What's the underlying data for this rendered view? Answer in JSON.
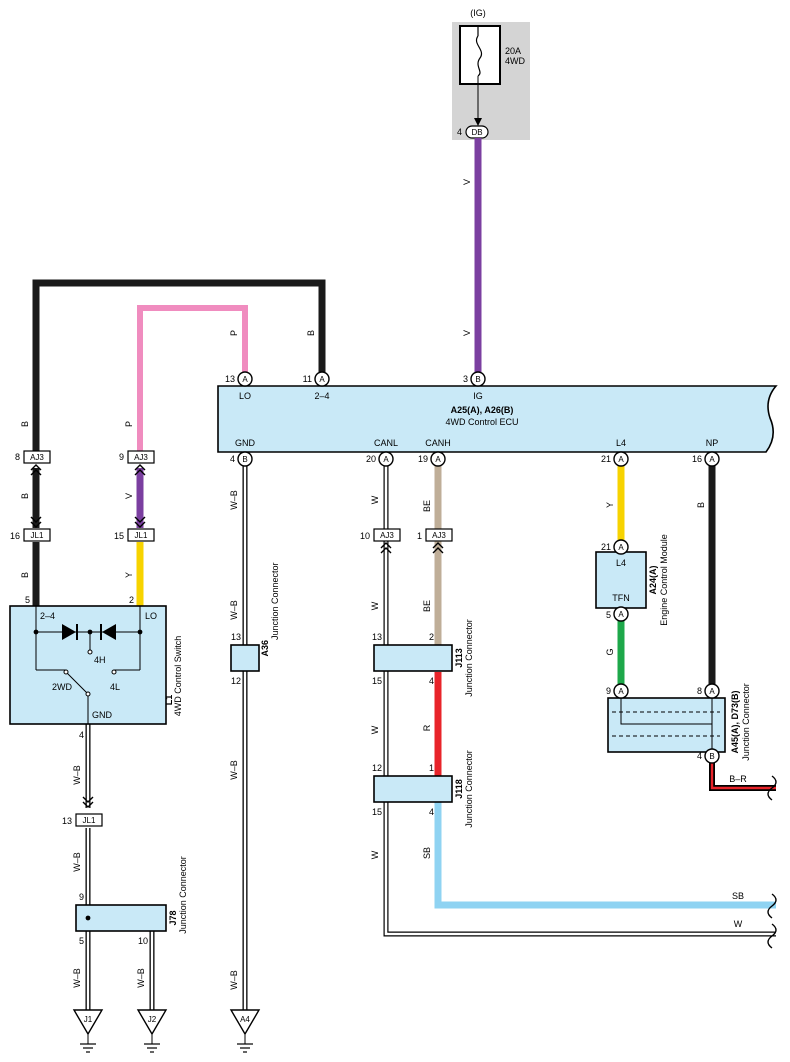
{
  "fuse": {
    "source": "(IG)",
    "rating": "20A",
    "name": "4WD",
    "pin": "4",
    "connector": "DB"
  },
  "ecu": {
    "title": "A25(A), A26(B)",
    "subtitle": "4WD Control ECU",
    "top_pins": [
      {
        "num": "13",
        "conn": "A",
        "label": "LO"
      },
      {
        "num": "11",
        "conn": "A",
        "label": "2–4"
      },
      {
        "num": "3",
        "conn": "B",
        "label": "IG"
      }
    ],
    "bottom_pins": [
      {
        "num": "4",
        "conn": "B",
        "label": "GND"
      },
      {
        "num": "20",
        "conn": "A",
        "label": "CANL"
      },
      {
        "num": "19",
        "conn": "A",
        "label": "CANH"
      },
      {
        "num": "21",
        "conn": "A",
        "label": "L4"
      },
      {
        "num": "16",
        "conn": "A",
        "label": "NP"
      }
    ]
  },
  "switch": {
    "id": "L1",
    "name": "4WD Control Switch",
    "labels": {
      "p24": "2–4",
      "lo": "LO",
      "h4": "4H",
      "wd2": "2WD",
      "l4": "4L",
      "gnd": "GND"
    },
    "pins": {
      "left": "5",
      "right": "2",
      "bottom": "4"
    }
  },
  "engine_module": {
    "id": "A24(A)",
    "name": "Engine Control Module",
    "pin_top": "21",
    "pin_bottom": "5",
    "label_top": "L4",
    "label_bottom": "TFN"
  },
  "junctions": {
    "a36": {
      "id": "A36",
      "name": "Junction Connector",
      "pin_top": "13",
      "pin_bottom": "12"
    },
    "j113": {
      "id": "J113",
      "name": "Junction Connector",
      "pins": [
        "13",
        "2",
        "15",
        "4"
      ]
    },
    "j118": {
      "id": "J118",
      "name": "Junction Connector",
      "pins": [
        "12",
        "1",
        "15",
        "4"
      ]
    },
    "j78": {
      "id": "J78",
      "name": "Junction Connector",
      "pins": [
        "9",
        "5",
        "10"
      ]
    },
    "a45": {
      "id": "A45(A), D73(B)",
      "name": "Junction Connector",
      "pins": [
        "9",
        "8",
        "4"
      ],
      "conns": [
        "A",
        "A",
        "B"
      ]
    }
  },
  "inline_connectors": [
    {
      "num": "8",
      "name": "AJ3"
    },
    {
      "num": "9",
      "name": "AJ3"
    },
    {
      "num": "16",
      "name": "JL1"
    },
    {
      "num": "15",
      "name": "JL1"
    },
    {
      "num": "10",
      "name": "AJ3"
    },
    {
      "num": "1",
      "name": "AJ3"
    },
    {
      "num": "13",
      "name": "JL1"
    }
  ],
  "wire_colors": {
    "B": "#1a1a1a",
    "P": "#f08cbf",
    "V": "#7b3fa0",
    "Y": "#f7d300",
    "BE": "#bfae98",
    "R": "#e8242a",
    "G": "#1ea84a",
    "SB": "#8fd3f2",
    "W": "#ffffff",
    "W-B": "#ffffff",
    "B-R": "#e8242a"
  },
  "wire_codes": {
    "B": "B",
    "P": "P",
    "V": "V",
    "Y": "Y",
    "BE": "BE",
    "R": "R",
    "G": "G",
    "SB": "SB",
    "W": "W",
    "WB": "W–B",
    "BR": "B–R"
  },
  "grounds": [
    "J1",
    "J2",
    "A4"
  ]
}
